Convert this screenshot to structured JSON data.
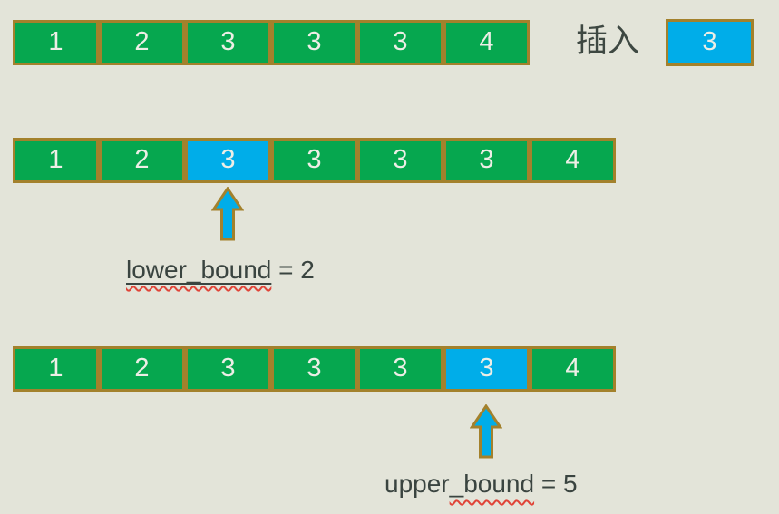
{
  "colors": {
    "background": "#E3E4D9",
    "cell_green": "#06A74F",
    "cell_blue": "#00ADE9",
    "cell_border_olive": "#A3812C",
    "cell_text": "#EDEEE6",
    "label_text": "#3A4440",
    "squiggle_red": "#E04438"
  },
  "insert": {
    "label": "插入",
    "cell_value": "3"
  },
  "top_row": {
    "cells": [
      "1",
      "2",
      "3",
      "3",
      "3",
      "4"
    ]
  },
  "lower_row": {
    "cells": [
      "1",
      "2",
      "3",
      "3",
      "3",
      "3",
      "4"
    ],
    "highlight_index": 2
  },
  "upper_row": {
    "cells": [
      "1",
      "2",
      "3",
      "3",
      "3",
      "3",
      "4"
    ],
    "highlight_index": 5
  },
  "lower_label": {
    "word": "lower_bound",
    "rest": " = 2"
  },
  "upper_label": {
    "prefix": "upper",
    "wavy_part": "_bound",
    "rest": " = 5"
  }
}
